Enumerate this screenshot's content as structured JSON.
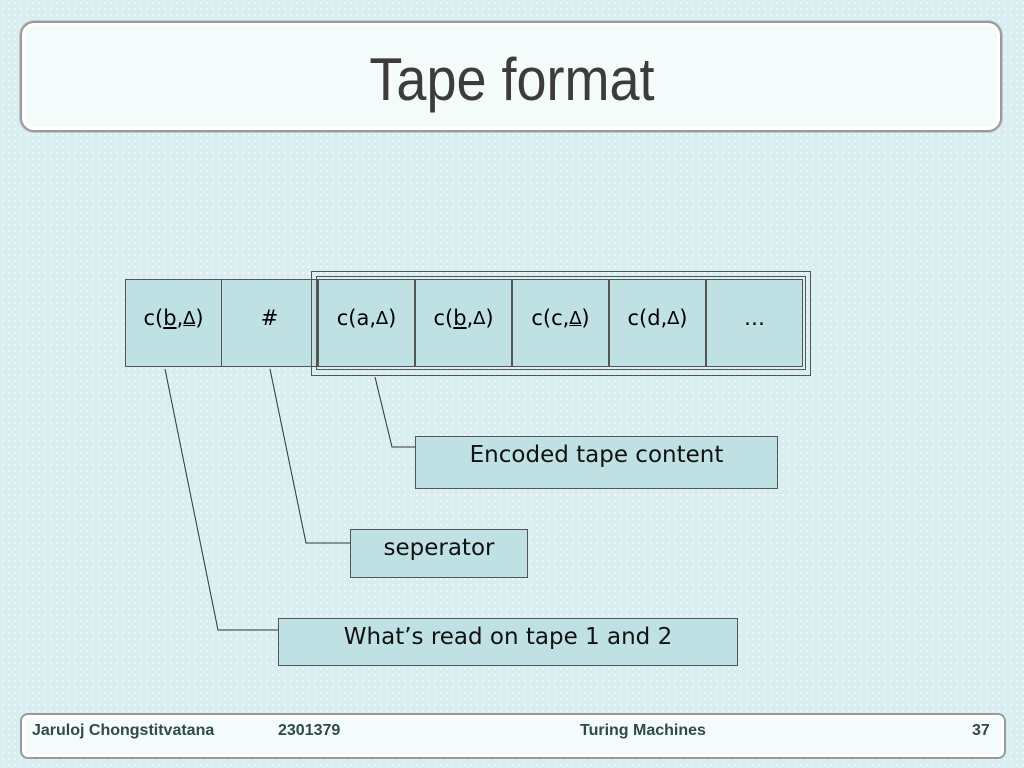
{
  "slide": {
    "title": "Tape format"
  },
  "tape": {
    "cells": [
      {
        "pre": "c(",
        "ul": "b",
        "mid": ",",
        "delta": "∆",
        "post": ")"
      },
      {
        "pre": "#",
        "ul": "",
        "mid": "",
        "delta": "",
        "post": ""
      },
      {
        "pre": "c(a,",
        "ul": "",
        "mid": "",
        "delta": "∆",
        "post": ")"
      },
      {
        "pre": "c(",
        "ul": "b",
        "mid": ",",
        "delta": "∆",
        "post": ")"
      },
      {
        "pre": "c(c,",
        "ul": "",
        "mid": "",
        "delta": "∆",
        "post": ")"
      },
      {
        "pre": "c(d,",
        "ul": "",
        "mid": "",
        "delta": "∆",
        "post": ")"
      },
      {
        "pre": "…",
        "ul": "",
        "mid": "",
        "delta": "",
        "post": ""
      }
    ]
  },
  "labels": {
    "encoded": "Encoded tape content",
    "separator": "seperator",
    "read": "What’s read on tape 1 and 2"
  },
  "footer": {
    "author": "Jaruloj Chongstitvatana",
    "course": "2301379",
    "topic": "Turing Machines",
    "page": "37"
  },
  "colors": {
    "background": "#d9eef0",
    "cell_fill": "#bfe1e3",
    "title_text": "#3c3c3c",
    "footer_text": "#2e4a4c"
  }
}
